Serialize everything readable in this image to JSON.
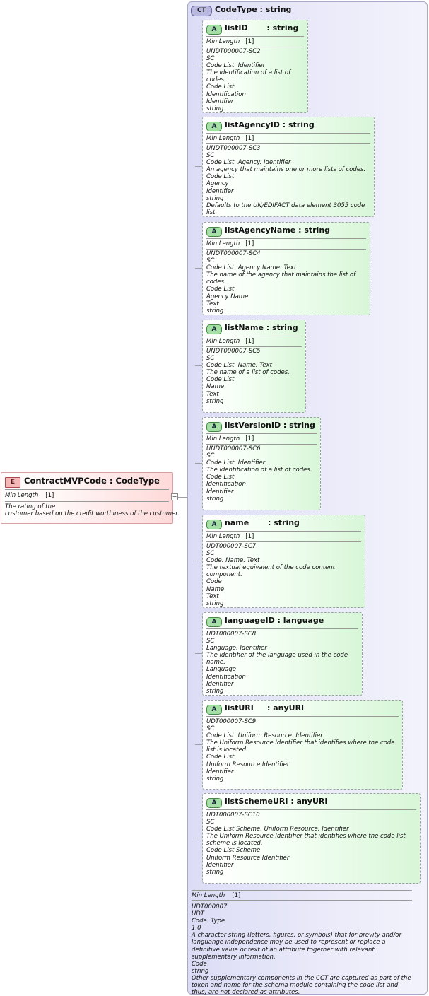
{
  "element": {
    "icon": "E",
    "title": "ContractMVPCode : CodeType",
    "min_length_label": "Min Length",
    "min_length_value": "[1]",
    "description": "The rating of the\ncustomer based on the credit worthiness of the customer.",
    "expander": "−"
  },
  "complex_type": {
    "icon": "CT",
    "title": "CodeType : string"
  },
  "attributes": [
    {
      "icon": "A",
      "title": "listID       : string",
      "min_length_label": "Min Length",
      "min_length_value": "[1]",
      "lines": [
        "UNDT000007-SC2",
        "SC",
        "Code List. Identifier",
        "The identification of a list of codes.",
        "Code List",
        "Identification",
        "Identifier",
        "string"
      ]
    },
    {
      "icon": "A",
      "title": "listAgencyID : string",
      "min_length_label": "Min Length",
      "min_length_value": "[1]",
      "lines": [
        "UNDT000007-SC3",
        "SC",
        "Code List. Agency. Identifier",
        "An agency that maintains one or more lists of codes.",
        "Code List",
        "Agency",
        "Identifier",
        "string",
        "Defaults to the UN/EDIFACT data element 3055 code list."
      ]
    },
    {
      "icon": "A",
      "title": "listAgencyName : string",
      "min_length_label": "Min Length",
      "min_length_value": "[1]",
      "lines": [
        "UNDT000007-SC4",
        "SC",
        "Code List. Agency Name. Text",
        "The name of the agency that maintains the list of codes.",
        "Code List",
        "Agency Name",
        "Text",
        "string"
      ]
    },
    {
      "icon": "A",
      "title": "listName : string",
      "min_length_label": "Min Length",
      "min_length_value": "[1]",
      "lines": [
        "UNDT000007-SC5",
        "SC",
        "Code List. Name. Text",
        "The name of a list of codes.",
        "Code List",
        "Name",
        "Text",
        "string"
      ]
    },
    {
      "icon": "A",
      "title": "listVersionID : string",
      "min_length_label": "Min Length",
      "min_length_value": "[1]",
      "lines": [
        "UNDT000007-SC6",
        "SC",
        "Code List. Identifier",
        "The identification of a list of codes.",
        "Code List",
        "Identification",
        "Identifier",
        "string"
      ]
    },
    {
      "icon": "A",
      "title": "name       : string",
      "min_length_label": "Min Length",
      "min_length_value": "[1]",
      "lines": [
        "UDT000007-SC7",
        "SC",
        "Code. Name. Text",
        "The textual equivalent of the code content component.",
        "Code",
        "Name",
        "Text",
        "string"
      ]
    },
    {
      "icon": "A",
      "title": "languageID : language",
      "min_length_label": "",
      "min_length_value": "",
      "lines": [
        "UDT000007-SC8",
        "SC",
        "Language. Identifier",
        "The identifier of the language used in the code name.",
        "Language",
        "Identification",
        "Identifier",
        "string"
      ]
    },
    {
      "icon": "A",
      "title": "listURI     : anyURI",
      "min_length_label": "",
      "min_length_value": "",
      "lines": [
        "UDT000007-SC9",
        "SC",
        "Code List. Uniform Resource. Identifier",
        "The Uniform Resource Identifier that identifies where the code list is located.",
        "Code List",
        "Uniform Resource Identifier",
        "Identifier",
        "string"
      ]
    },
    {
      "icon": "A",
      "title": "listSchemeURI : anyURI",
      "min_length_label": "",
      "min_length_value": "",
      "lines": [
        "UDT000007-SC10",
        "SC",
        "Code List Scheme. Uniform Resource. Identifier",
        "The Uniform Resource Identifier that identifies where the code list scheme is located.",
        "Code List Scheme",
        "Uniform Resource Identifier",
        "Identifier",
        "string"
      ]
    }
  ],
  "bottom": {
    "min_length_label": "Min Length",
    "min_length_value": "[1]",
    "lines": [
      "UDT000007",
      "UDT",
      "Code. Type",
      "1.0",
      "A character string (letters, figures, or symbols) that for brevity and/or languange independence may be used to represent or replace a definitive value or text of an attribute together with relevant supplementary information.",
      "Code",
      "string",
      "Other supplementary components in the CCT are captured as part of the token and name for the schema module containing the code list and thus, are not declared as attributes."
    ]
  },
  "colors": {
    "element_fill": "#ffd9d9",
    "complex_type_fill": "#dcdcf6",
    "attribute_fill": "#d8f6d8",
    "connector": "#9aa0a6"
  }
}
